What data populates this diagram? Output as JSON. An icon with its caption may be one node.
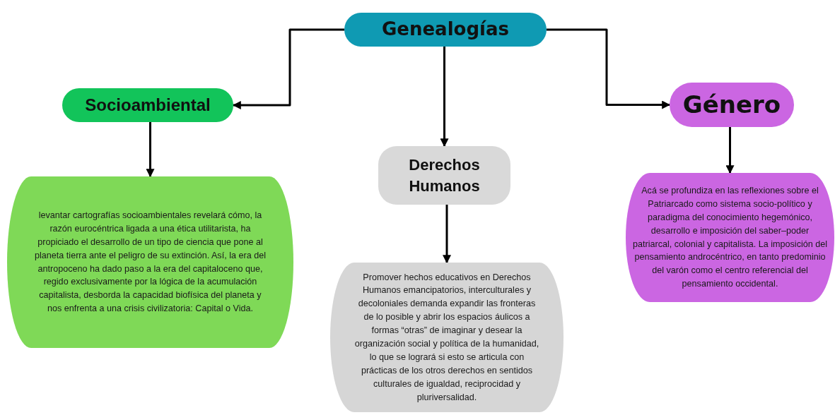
{
  "diagram": {
    "nodes": [
      {
        "text": [
          "Genealogías"
        ]
      },
      {
        "text": [
          "Socioambiental"
        ]
      },
      {
        "text": [
          "Derechos Humanos"
        ]
      },
      {
        "text": [
          "Género"
        ]
      },
      {
        "text": [
          "levantar cartografías socioambientales revelará cómo, la razón eurocéntrica ligada a una ética utilitarista, ha propiciado el desarrollo de un tipo de ciencia que pone al planeta tierra ante el peligro de su extinción. Así, la era del antropoceno ha dado paso a la era del capitaloceno que, regido exclusivamente por la lógica de la acumulación capitalista, desborda la capacidad biofísica del planeta y nos enfrenta a una crisis civilizatoria: Capital o Vida."
        ]
      },
      {
        "text": [
          "Promover hechos educativos en Derechos Humanos emancipatorios, interculturales y decoloniales demanda expandir las fronteras de lo posible y abrir los espacios áulicos a formas “otras” de imaginar y desear la organización social y política de la humanidad, lo que se logrará si esto se articula con prácticas de los otros derechos en sentidos culturales de igualdad, reciprocidad y pluriversalidad."
        ]
      },
      {
        "text": [
          "Acá se profundiza en las reflexiones sobre el Patriarcado como sistema socio-político y paradigma del conocimiento hegemónico, desarrollo e imposición del saber–poder patriarcal, colonial y capitalista. La imposición del pensamiento androcéntrico, en tanto predominio del varón como el centro referencial del pensamiento occidental."
        ]
      }
    ],
    "edges": [
      {
        "from": 0,
        "to": 1,
        "arrow": "to"
      },
      {
        "from": 0,
        "to": 2,
        "arrow": "to"
      },
      {
        "from": 0,
        "to": 3,
        "arrow": "to"
      },
      {
        "from": 1,
        "to": 4,
        "arrow": "to"
      },
      {
        "from": 2,
        "to": 5,
        "arrow": "to"
      },
      {
        "from": 3,
        "to": 6,
        "arrow": "to"
      }
    ]
  }
}
